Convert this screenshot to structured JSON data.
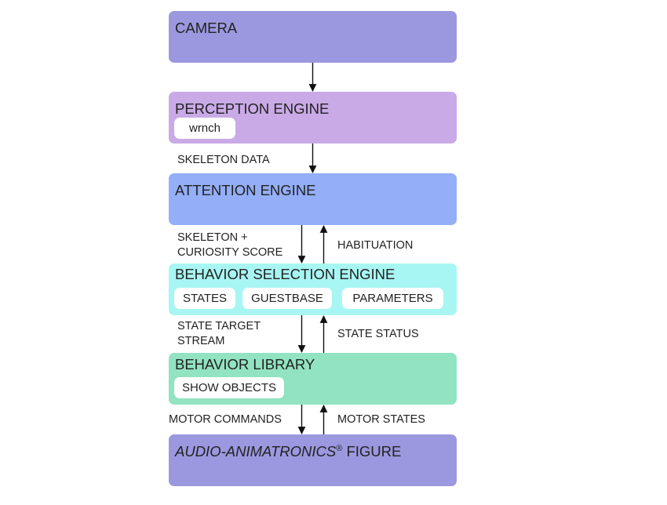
{
  "colors": {
    "camera": "#9b98df",
    "perception": "#c9aae6",
    "attention": "#94aef7",
    "behavior_selection": "#a8f6f3",
    "behavior_library": "#92e3c1",
    "figure": "#9b98df",
    "chip": "#ffffff",
    "arrow": "#111111"
  },
  "blocks": {
    "camera": {
      "title": "CAMERA"
    },
    "perception": {
      "title": "PERCEPTION ENGINE",
      "chips": [
        "wrnch"
      ]
    },
    "attention": {
      "title": "ATTENTION ENGINE"
    },
    "behavior_selection": {
      "title": "BEHAVIOR SELECTION ENGINE",
      "chips": [
        "STATES",
        "GUESTBASE",
        "PARAMETERS"
      ]
    },
    "behavior_library": {
      "title": "BEHAVIOR LIBRARY",
      "chips": [
        "SHOW OBJECTS"
      ]
    },
    "figure": {
      "title_italic": "AUDIO-ANIMATRONICS",
      "title_mark": "®",
      "title_rest": " FIGURE"
    }
  },
  "connections": {
    "skeleton_data": "SKELETON DATA",
    "skeleton_curiosity_line1": "SKELETON +",
    "skeleton_curiosity_line2": "CURIOSITY SCORE",
    "habituation": "HABITUATION",
    "state_target_line1": "STATE TARGET",
    "state_target_line2": "STREAM",
    "state_status": "STATE STATUS",
    "motor_commands": "MOTOR COMMANDS",
    "motor_states": "MOTOR STATES"
  }
}
